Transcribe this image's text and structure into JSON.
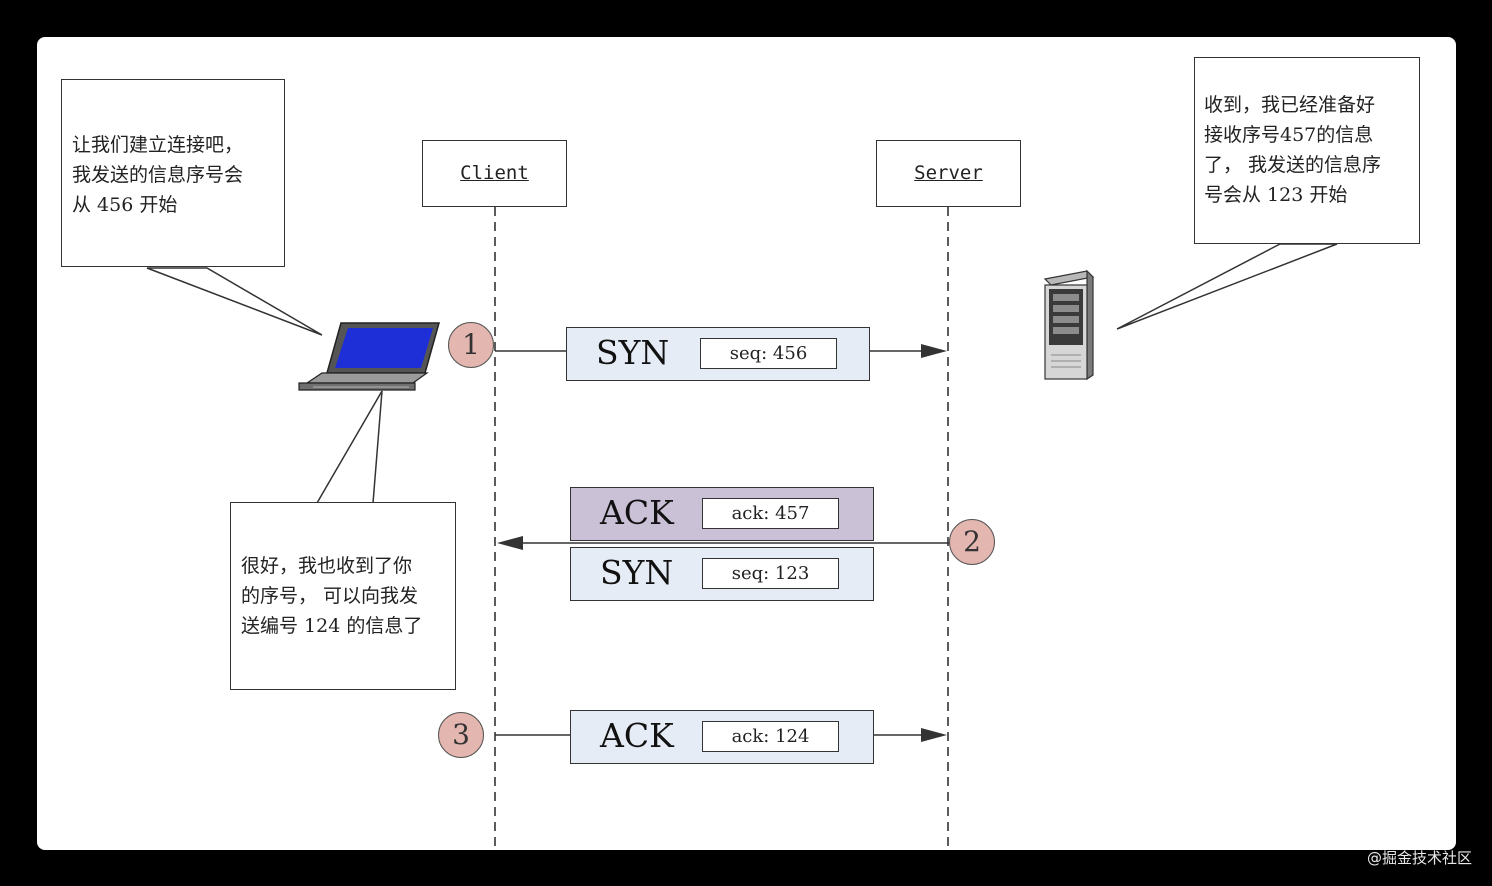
{
  "lifelines": {
    "client": "Client",
    "server": "Server"
  },
  "notes": {
    "client_start": [
      "让我们建立连接吧，",
      "我发送的信息序号会",
      "从 456 开始"
    ],
    "server_reply": [
      "收到，我已经准备好",
      "接收序号457的信息",
      "了， 我发送的信息序",
      "号会从 123 开始"
    ],
    "client_confirm": [
      "很好，我也收到了你",
      "的序号， 可以向我发",
      "送编号 124 的信息了"
    ]
  },
  "steps": [
    {
      "number": "1",
      "packets": [
        {
          "type": "SYN",
          "field": "seq: 456"
        }
      ]
    },
    {
      "number": "2",
      "packets": [
        {
          "type": "ACK",
          "field": "ack: 457"
        },
        {
          "type": "SYN",
          "field": "seq: 123"
        }
      ]
    },
    {
      "number": "3",
      "packets": [
        {
          "type": "ACK",
          "field": "ack: 124"
        }
      ]
    }
  ],
  "colors": {
    "packet_fill": "#e6ecf5",
    "ack_highlight_fill": "#cbc1d7",
    "step_circle_fill": "#e4b6b0",
    "laptop_screen": "#1f2fd8"
  },
  "watermark": "@掘金技术社区"
}
